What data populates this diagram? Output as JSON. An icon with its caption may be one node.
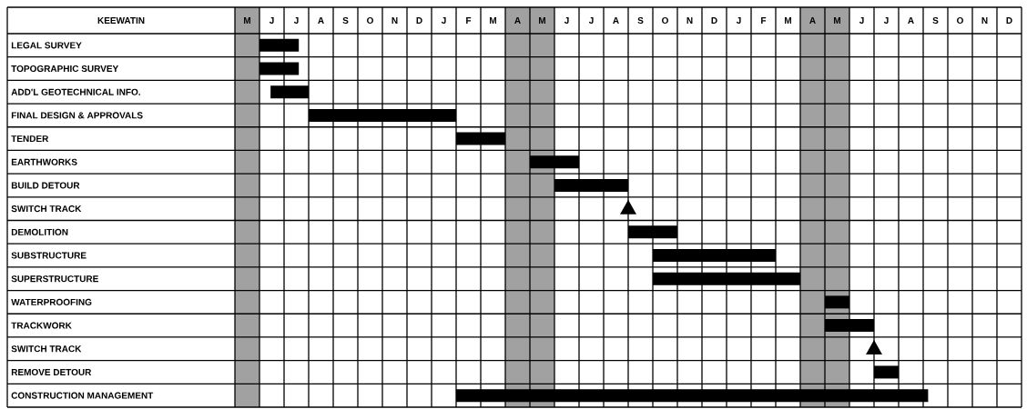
{
  "diagram": {
    "title": "KEEWATIN",
    "labels": [
      "M",
      "J",
      "J",
      "A",
      "S",
      "O",
      "N",
      "D",
      "J",
      "F",
      "M",
      "A",
      "M",
      "J",
      "J",
      "A",
      "S",
      "O",
      "N",
      "D",
      "J",
      "F",
      "M",
      "A",
      "M",
      "J",
      "J",
      "A",
      "S",
      "O",
      "N",
      "D",
      "LEGAL SURVEY",
      "TOPOGRAPHIC SURVEY",
      "ADD'L GEOTECHNICAL INFO.",
      "FINAL DESIGN & APPROVALS",
      "TENDER",
      "EARTHWORKS",
      "BUILD DETOUR",
      "SWITCH TRACK",
      "DEMOLITION",
      "SUBSTRUCTURE",
      "SUPERSTRUCTURE",
      "WATERPROOFING",
      "TRACKWORK",
      "SWITCH TRACK",
      "REMOVE DETOUR",
      "CONSTRUCTION MANAGEMENT"
    ]
  }
}
